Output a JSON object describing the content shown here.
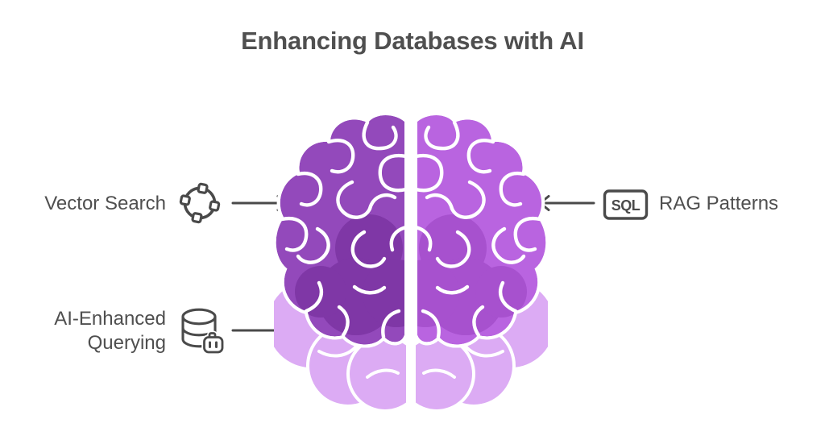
{
  "title": "Enhancing Databases with AI",
  "callouts": {
    "vector_search": {
      "label": "Vector Search",
      "icon": "vector-nodes-icon",
      "arrow": "arrow-right"
    },
    "rag_patterns": {
      "label": "RAG Patterns",
      "icon": "sql-box-icon",
      "icon_text": "SQL",
      "arrow": "arrow-left"
    },
    "ai_enhanced_querying": {
      "label_line1": "AI-Enhanced",
      "label_line2": "Querying",
      "icon": "database-robot-icon",
      "arrow": "arrow-right"
    }
  },
  "brain": {
    "left_hemisphere_color": "#9349bb",
    "left_hemisphere_shade": "#7f37a6",
    "right_hemisphere_color": "#b964e0",
    "right_hemisphere_shade": "#a751ce",
    "lower_lobe_color": "#dcabf4",
    "outline_color": "#ffffff"
  },
  "colors": {
    "background": "#ffffff",
    "title_text": "#4f4f4f",
    "label_text": "#4f4f4f",
    "icon_stroke": "#4a4a4a"
  }
}
